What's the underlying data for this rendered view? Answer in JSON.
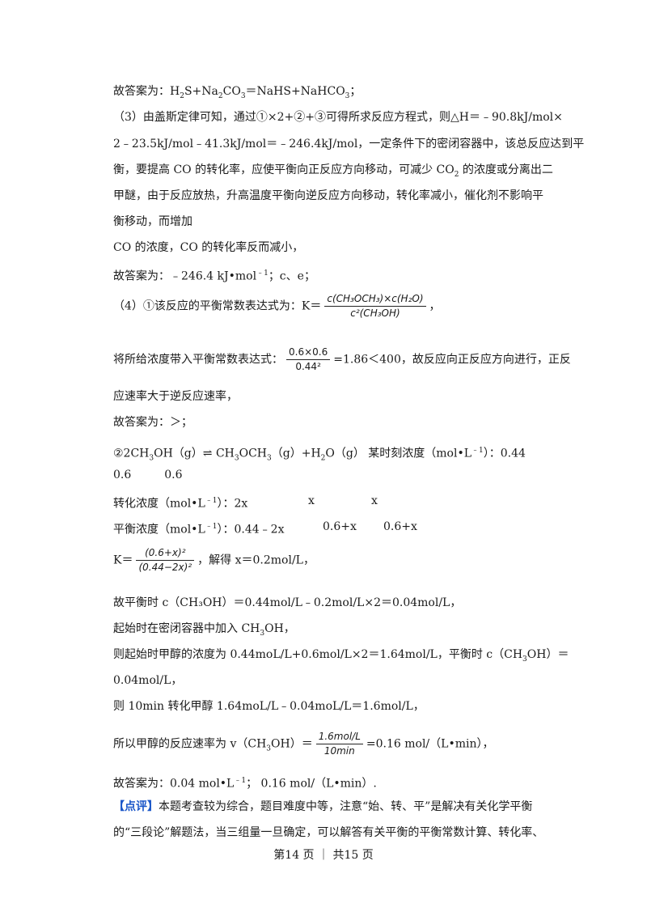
{
  "l1": {
    "a": "故答案为：H",
    "b": "2",
    "c": "S+Na",
    "d": "2",
    "e": "CO",
    "f": "3",
    "g": "＝NaHS+NaHCO",
    "h": "3",
    "i": "；"
  },
  "l2": "（3）由盖斯定律可知，通过①×2+②+③可得所求反应方程式，则△H＝﹣90.8kJ/mol×",
  "l3": "2﹣23.5kJ/mol﹣41.3kJ/mol＝﹣246.4kJ/mol，一定条件下的密闭容器中，该总反应达到平",
  "l4": {
    "a": "衡，要提高 CO 的转化率，应使平衡向正反应方向移动，可减少 CO",
    "b": "2",
    "c": " 的浓度或分离出二"
  },
  "l5": "甲醚，由于反应放热，升高温度平衡向逆反应方向移动，转化率减小，催化剂不影响平",
  "l6": "衡移动，而增加",
  "l7": "CO 的浓度，CO 的转化率反而减小，",
  "l8": {
    "a": "故答案为：﹣246.4 kJ•mol",
    "b": "﹣1",
    "c": "；c、e；"
  },
  "l9": {
    "a": "（4）①该反应的平衡常数表达式为：K＝",
    "num": "c(CH₃OCH₃)×c(H₂O)",
    "den": "c²(CH₃OH)",
    "b": "，"
  },
  "l10": {
    "a": "将所给浓度带入平衡常数表达式：",
    "num": "0.6×0.6",
    "den": "0.44²",
    "b": "=1.86＜400，故反应向正反应方向进行，正反"
  },
  "l11": "应速率大于逆反应速率，",
  "l12": "故答案为：＞；",
  "l13": {
    "a": "②2CH",
    "b": "3",
    "c": "OH（g）⇌ CH",
    "d": "3",
    "e": "OCH",
    "f": "3",
    "g": "（g）+H",
    "h": "2",
    "i": "O（g）   某时刻浓度（mol•L",
    "j": "﹣1",
    "k": "）：0.44"
  },
  "l14": {
    "a": "0.6",
    "b": "0.6"
  },
  "l15": {
    "a": "转化浓度（mol•L",
    "b": "﹣1",
    "c": "）：2x",
    "d": "x",
    "e": "x"
  },
  "l16": {
    "a": "平衡浓度（mol•L",
    "b": "﹣1",
    "c": "）：0.44﹣2x",
    "d": "0.6+x",
    "e": "0.6+x"
  },
  "l17": {
    "a": "K＝",
    "num": "(0.6+x)²",
    "den": "(0.44−2x)²",
    "b": "，解得 x＝0.2mol/L，"
  },
  "l18": "故平衡时 c（CH₃OH）＝0.44mol/L﹣0.2mol/L×2＝0.04mol/L，",
  "l19": {
    "a": "起始时在密闭容器中加入 CH",
    "b": "3",
    "c": "OH，"
  },
  "l20": {
    "a": "则起始时甲醇的浓度为 0.44moL/L+0.6mol/L×2＝1.64mol/L，平衡时 c（CH",
    "b": "3",
    "c": "OH）＝"
  },
  "l21": "0.04mol/L，",
  "l22": "则 10min 转化甲醇 1.64moL/L﹣0.04moL/L＝1.6mol/L，",
  "l23": {
    "a": "所以甲醇的反应速率为 v（CH",
    "b": "3",
    "c": "OH）＝",
    "num": "1.6mol/L",
    "den": "10min",
    "d": "=0.16 mol/（L•min），"
  },
  "l24": {
    "a": "故答案为：0.04 mol•L",
    "b": "﹣1",
    "c": "；   0.16 mol/（L•min）."
  },
  "l25": {
    "tag": "【点评】",
    "text": "本题考查较为综合，题目难度中等，注意“始、转、平”是解决有关化学平衡"
  },
  "l26": "的“三段论”解题法，当三组量一旦确定，可以解答有关平衡的平衡常数计算、转化率、",
  "footer": "第14 页 ｜ 共15 页"
}
